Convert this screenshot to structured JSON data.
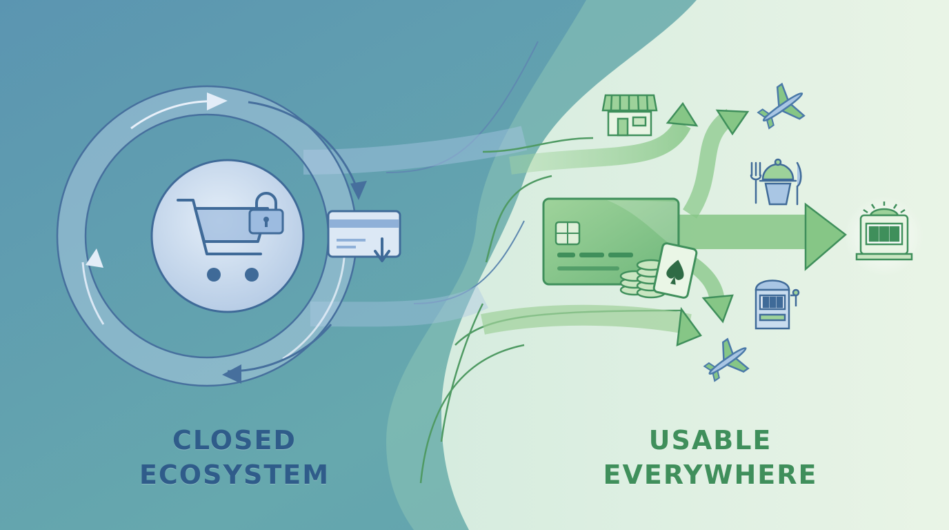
{
  "left_panel": {
    "caption_line1": "CLOSED",
    "caption_line2": "ECOSYSTEM",
    "icons": [
      "shopping-cart-icon",
      "padlock-icon",
      "card-deposit-icon"
    ]
  },
  "right_panel": {
    "caption_line1": "USABLE",
    "caption_line2": "EVERYWHERE",
    "icons": [
      "storefront-icon",
      "airplane-icon",
      "dining-icon",
      "slot-machine-icon",
      "casino-reels-icon",
      "payment-card-icon",
      "poker-chips-icon",
      "playing-card-icon"
    ]
  },
  "colors": {
    "closed_blue": "#2f5c8a",
    "usable_green": "#3f8f5b",
    "arrow_green": "#8cc98a",
    "loop_blue": "#5a86b8"
  }
}
